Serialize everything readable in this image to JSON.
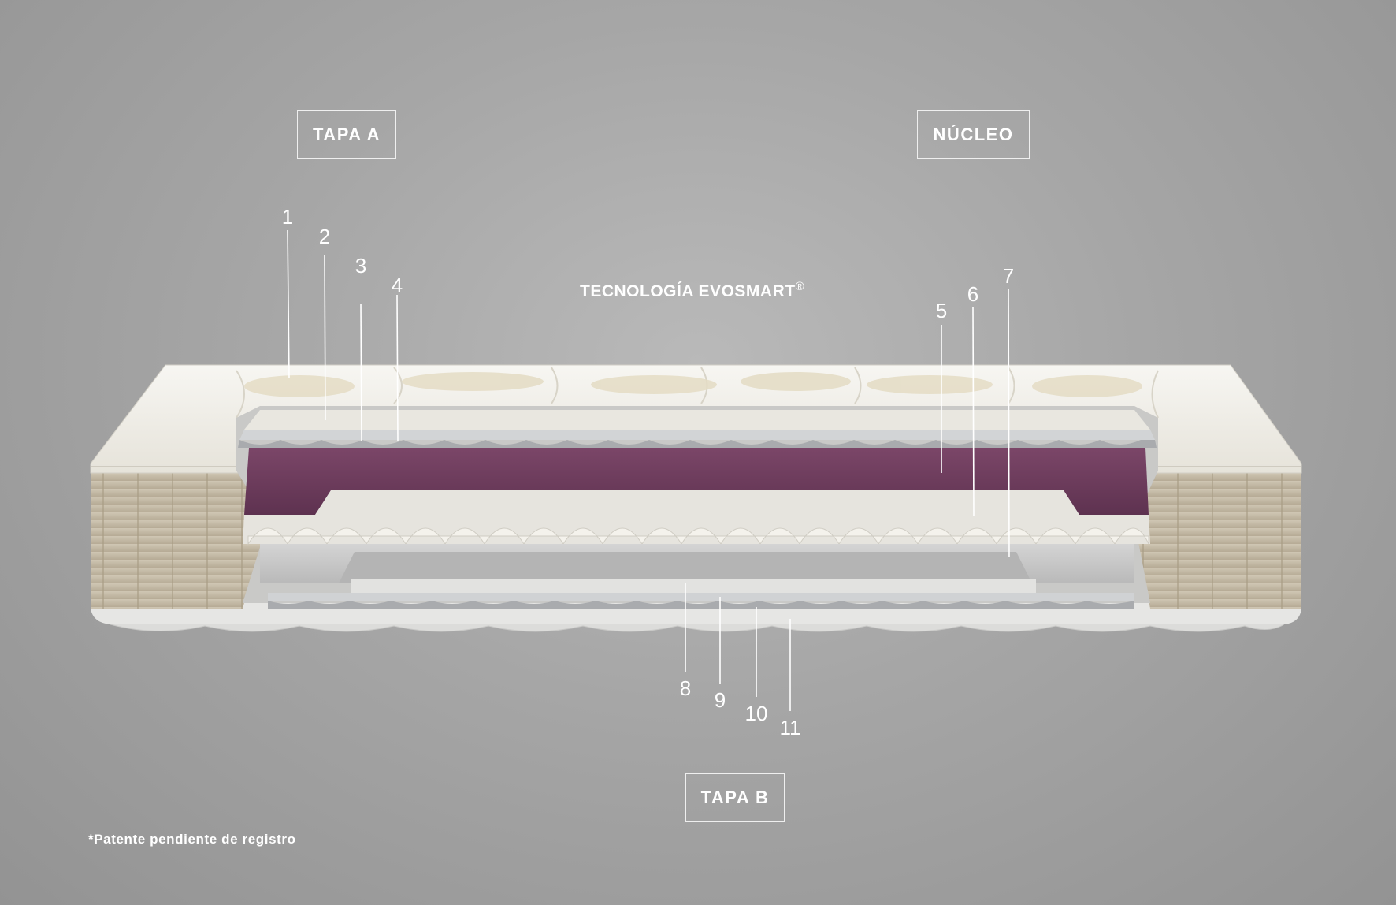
{
  "sections": {
    "tapa_a": "TAPA A",
    "nucleo": "NÚCLEO",
    "tapa_b": "TAPA B"
  },
  "technology": {
    "label": "TECNOLOGÍA EVOSMART",
    "mark": "®"
  },
  "layers": [
    "1",
    "2",
    "3",
    "4",
    "5",
    "6",
    "7",
    "8",
    "9",
    "10",
    "11"
  ],
  "footnote": "*Patente pendiente de registro",
  "colors": {
    "background": "#a6a6a6",
    "viscoelastic_foam": "#6e3d5c",
    "side_fabric": "#c4b9a4",
    "quilted_cover": "#f2f0ea",
    "label_text": "#ffffff"
  }
}
